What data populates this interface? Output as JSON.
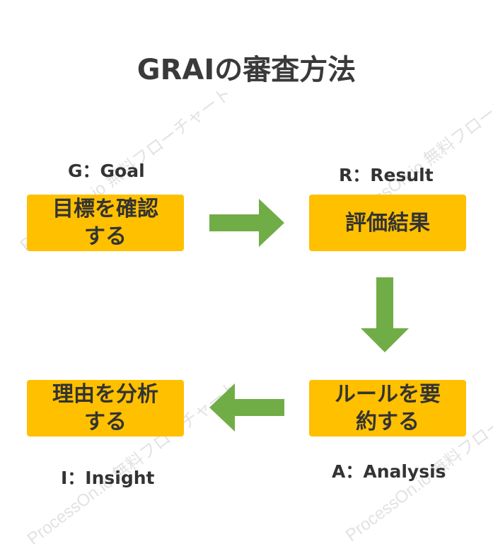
{
  "title": "GRAIの審査方法",
  "steps": [
    {
      "label": "G：Goal",
      "box_lines": [
        "目標を確認",
        "する"
      ]
    },
    {
      "label": "R：Result",
      "box_lines": [
        "評価結果"
      ]
    },
    {
      "label": "A：Analysis",
      "box_lines": [
        "ルールを要",
        "約する"
      ]
    },
    {
      "label": "I：Insight",
      "box_lines": [
        "理由を分析",
        "する"
      ]
    }
  ],
  "watermark": "ProcessOn.io 無料フローチャート",
  "colors": {
    "box": "#ffc000",
    "arrow": "#70ad47",
    "text": "#333333"
  },
  "arrows": [
    {
      "from": "G",
      "to": "R",
      "direction": "right"
    },
    {
      "from": "R",
      "to": "A",
      "direction": "down"
    },
    {
      "from": "A",
      "to": "I",
      "direction": "left"
    }
  ]
}
